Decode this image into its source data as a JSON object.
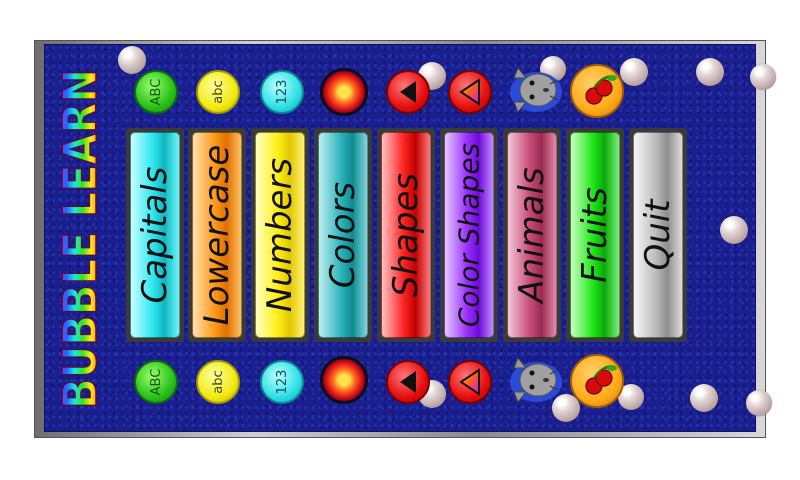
{
  "app": {
    "logo_text": "BUBBLE LEARN"
  },
  "icon_row": [
    {
      "id": "capitals",
      "label": "ABC",
      "icon": "green-abc-bubble"
    },
    {
      "id": "lowercase",
      "label": "abc",
      "icon": "yellow-abc-bubble"
    },
    {
      "id": "numbers",
      "label": "123",
      "icon": "cyan-123-bubble"
    },
    {
      "id": "colors",
      "label": "",
      "icon": "color-sun-orb"
    },
    {
      "id": "shapes",
      "label": "",
      "icon": "red-triangle-bubble"
    },
    {
      "id": "color-shapes",
      "label": "",
      "icon": "gradient-triangle-bubble"
    },
    {
      "id": "animals",
      "label": "",
      "icon": "cat-face"
    },
    {
      "id": "fruits",
      "label": "",
      "icon": "cherry-bubble"
    }
  ],
  "menu": [
    {
      "label": "Capitals",
      "color": "#2ee8f0"
    },
    {
      "label": "Lowercase",
      "color": "#ff9a1a"
    },
    {
      "label": "Numbers",
      "color": "#ffef1a"
    },
    {
      "label": "Colors",
      "color": "#2eb6bd"
    },
    {
      "label": "Shapes",
      "color": "#ff2424"
    },
    {
      "label": "Color Shapes",
      "color": "#9b33ff"
    },
    {
      "label": "Animals",
      "color": "#c84c78"
    },
    {
      "label": "Fruits",
      "color": "#22e81a"
    },
    {
      "label": "Quit",
      "color": "#bdbdbd"
    }
  ],
  "colors": {
    "board": "#1a1f8f",
    "frame": "#a0a0a0"
  }
}
